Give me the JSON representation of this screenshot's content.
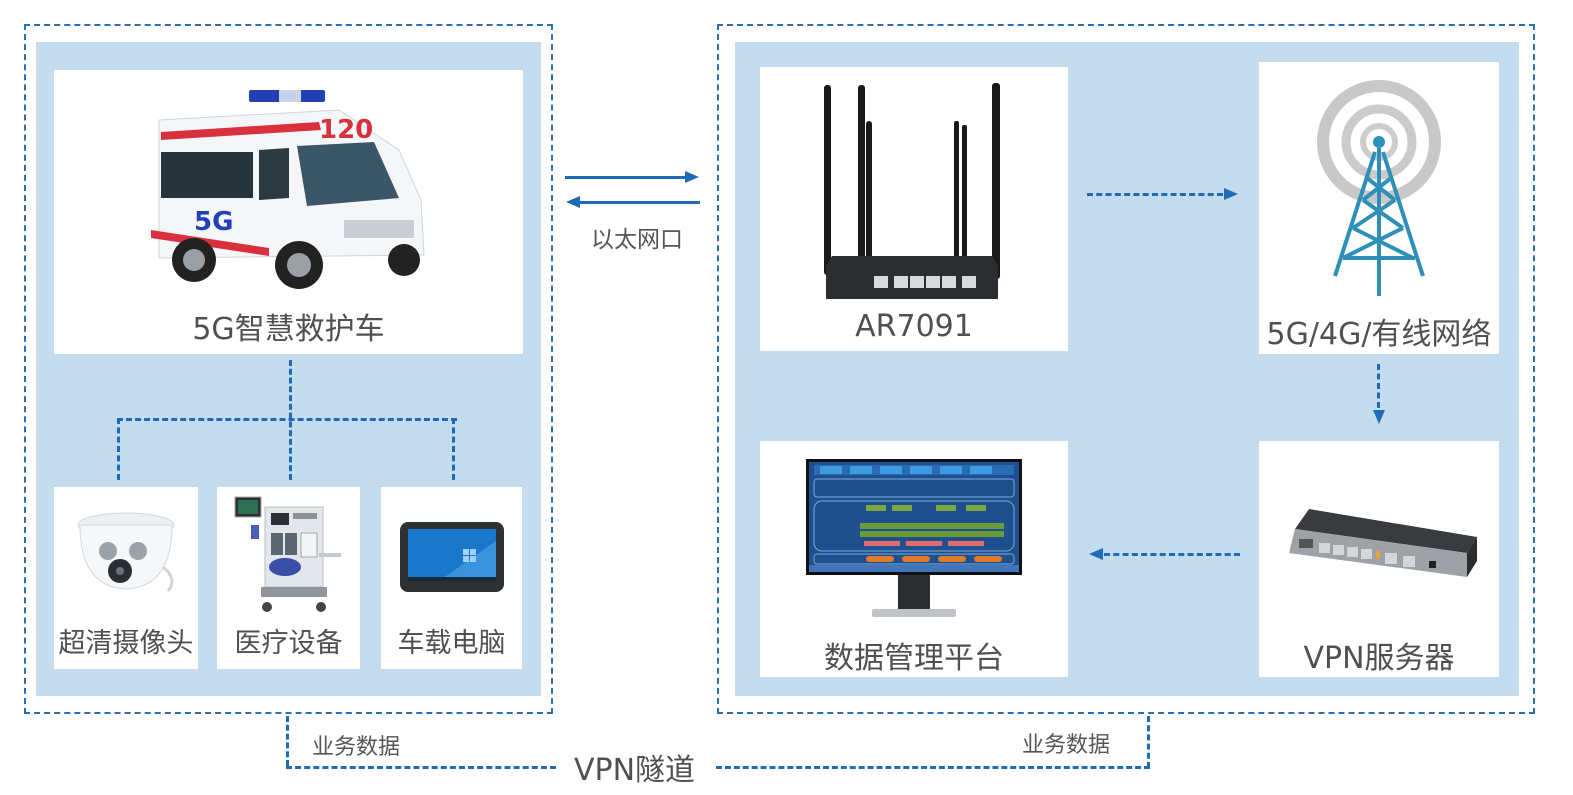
{
  "colors": {
    "accent": "#1f6bb5",
    "panel_bg": "#c4dcee",
    "card_bg": "#ffffff",
    "text": "#505050"
  },
  "left_group": {
    "main_device": {
      "label": "5G智慧救护车",
      "icon": "ambulance-icon"
    },
    "sub_devices": [
      {
        "label": "超清摄像头",
        "icon": "dome-camera-icon"
      },
      {
        "label": "医疗设备",
        "icon": "medical-equipment-icon"
      },
      {
        "label": "车载电脑",
        "icon": "tablet-computer-icon"
      }
    ]
  },
  "link": {
    "label": "以太网口"
  },
  "right_group": {
    "router": {
      "label": "AR7091",
      "icon": "router-icon"
    },
    "network": {
      "label": "5G/4G/有线网络",
      "icon": "cell-tower-icon"
    },
    "vpn_server": {
      "label": "VPN服务器",
      "icon": "vpn-server-icon"
    },
    "platform": {
      "label": "数据管理平台",
      "icon": "monitor-dashboard-icon"
    }
  },
  "bottom": {
    "left_label": "业务数据",
    "right_label": "业务数据",
    "tunnel_label": "VPN隧道"
  }
}
